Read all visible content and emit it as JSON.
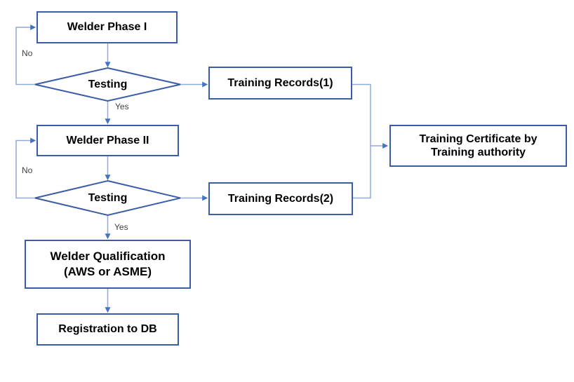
{
  "colors": {
    "box_border": "#3b5da6",
    "connector_line": "#8faadc",
    "arrowhead": "#4472c4",
    "edge_label_text": "#3f3f3f"
  },
  "nodes": {
    "phase1": {
      "label": "Welder Phase I"
    },
    "testing1": {
      "label": "Testing"
    },
    "records1": {
      "label": "Training Records(1)"
    },
    "phase2": {
      "label": "Welder Phase II"
    },
    "testing2": {
      "label": "Testing"
    },
    "records2": {
      "label": "Training Records(2)"
    },
    "certificate": {
      "lines": [
        "Training Certificate by",
        "Training authority"
      ]
    },
    "qualification": {
      "lines": [
        "Welder Qualification",
        "(AWS or ASME)"
      ]
    },
    "registration": {
      "label": "Registration to DB"
    }
  },
  "edge_labels": {
    "testing1_no": "No",
    "testing1_yes": "Yes",
    "testing2_no": "No",
    "testing2_yes": "Yes"
  }
}
